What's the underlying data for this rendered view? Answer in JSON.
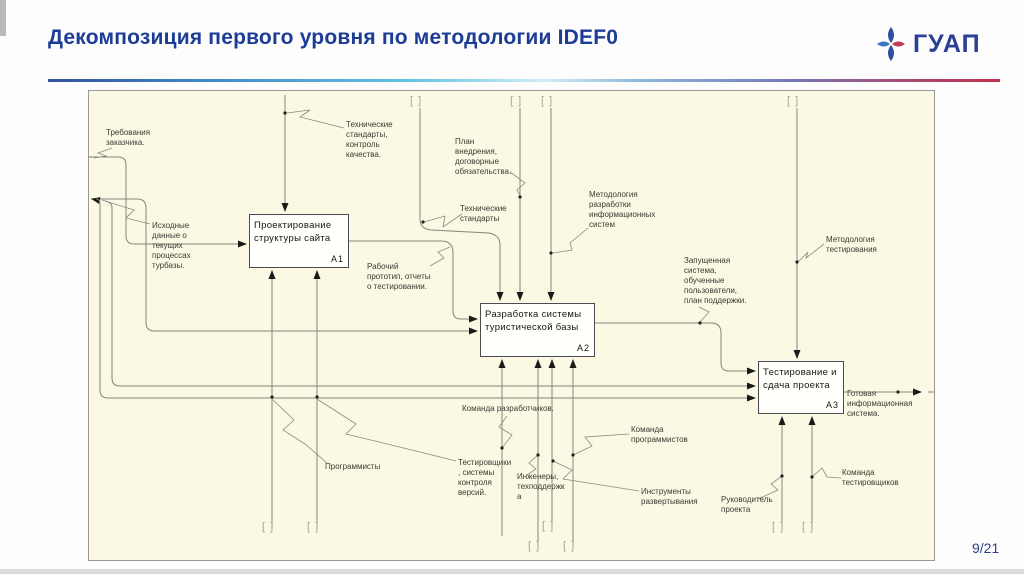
{
  "slide": {
    "title": "Декомпозиция первого уровня по методологии IDEF0",
    "page_number": "9/21"
  },
  "logo": {
    "text": "ГУАП"
  },
  "colors": {
    "title": "#1c3c96",
    "canvas_bg": "#fbf9e3",
    "line": "#85857c",
    "accent_red": "#c2314e",
    "accent_blue": "#3f8ec9"
  },
  "diagram": {
    "bracket": "[ ]",
    "boxes": [
      {
        "title": "Проектирование структуры сайта",
        "code": "A1"
      },
      {
        "title": "Разработка системы туристической базы",
        "code": "A2"
      },
      {
        "title": "Тестирование и сдача проекта",
        "code": "A3"
      }
    ],
    "labels": [
      {
        "text": "Требования заказчика."
      },
      {
        "text": "Технические стандарты, контроль качества."
      },
      {
        "text": "План внедрения, договорные обязательства."
      },
      {
        "text": "Технические стандарты"
      },
      {
        "text": "Методология разработки информационных систем"
      },
      {
        "text": "Методология тестирования"
      },
      {
        "text": "Исходные данные о текущих процессах турбазы."
      },
      {
        "text": "Рабочий прототип, отчеты о тестировании."
      },
      {
        "text": "Запущенная система, обученные пользователи, план поддержки."
      },
      {
        "text": "Готовая информационная система."
      },
      {
        "text": "Команда разработчиков."
      },
      {
        "text": "Программисты"
      },
      {
        "text": "Тестировщики, системы контроля версий."
      },
      {
        "text": "Инженеры, техподдержка"
      },
      {
        "text": "Команда программистов"
      },
      {
        "text": "Инструменты развертывания"
      },
      {
        "text": "Руководитель проекта"
      },
      {
        "text": "Команда тестировщиков"
      }
    ]
  }
}
